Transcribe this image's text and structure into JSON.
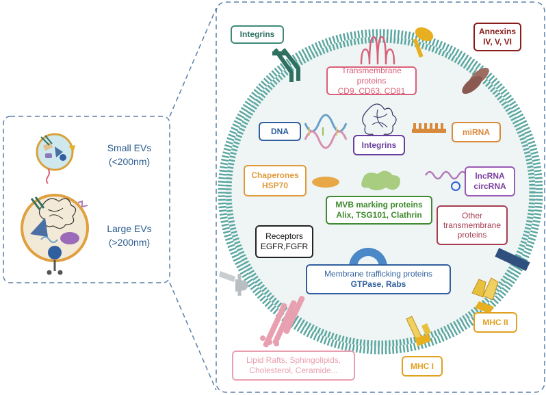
{
  "left_panel": {
    "small_ev": {
      "name": "Small EVs",
      "size": "(<200nm)"
    },
    "large_ev": {
      "name": "Large EVs",
      "size": "(>200nm)"
    }
  },
  "labels": {
    "integrins_outer": "Integrins",
    "transmembrane_title": "Transmembrane proteins",
    "transmembrane_list": "CD9, CD63, CD81",
    "annexins_title": "Annexins",
    "annexins_list": "IV, V, VI",
    "dna": "DNA",
    "integrins_inner": "Integrins",
    "mirna": "miRNA",
    "chaperones_title": "Chaperones",
    "chaperones_list": "HSP70",
    "lncrna": "lncRNA",
    "circrna": "circRNA",
    "mvb_title": "MVB marking proteins",
    "mvb_list": "Alix, TSG101, Clathrin",
    "other_line1": "Other",
    "other_line2": "transmembrane",
    "other_line3": "proteins",
    "receptors_title": "Receptors",
    "receptors_list": "EGFR,FGFR",
    "membrane_title": "Membrane trafficking proteins",
    "membrane_list": "GTPase, Rabs",
    "mhc2": "MHC II",
    "mhc1": "MHC I",
    "lipid_line1": "Lipid Rafts, Sphingolipids,",
    "lipid_line2": "Cholesterol, Ceramide..."
  },
  "colors": {
    "dashed_border": "#5b7fa6",
    "membrane": "#5aa6a0",
    "vesicle_fill": "#eef5f4",
    "integrins": "#3d8a78",
    "transmembrane": "#d9607a",
    "annexins": "#8a1c1c",
    "dna": "#2f5f9e",
    "integrins_inner": "#6a3e9e",
    "mirna": "#d9893a",
    "chaperones": "#e09a3a",
    "lncrna": "#9b59b6",
    "mvb": "#3e8a2e",
    "other": "#a83c50",
    "receptors": "#222222",
    "membrane_trafficking": "#2f5f9e",
    "mhc": "#e0a020",
    "lipid": "#e8a0b0"
  }
}
